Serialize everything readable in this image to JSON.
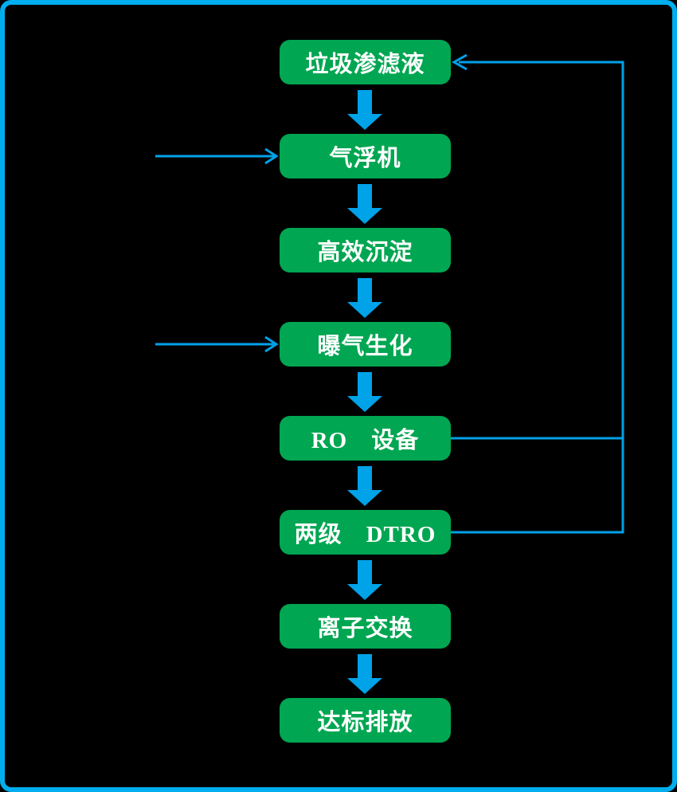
{
  "colors": {
    "background": "#000000",
    "frame_blue": "#00AEEF",
    "connector_blue": "#00A2E8",
    "node_green": "#00A651",
    "node_text": "#FFFFFF"
  },
  "flowchart": {
    "nodes": [
      {
        "id": "landfill-leachate",
        "label": "垃圾渗滤液"
      },
      {
        "id": "air-flotation-machine",
        "label": "气浮机"
      },
      {
        "id": "high-efficiency-sedimentation",
        "label": "高效沉淀"
      },
      {
        "id": "aeration-biochemical",
        "label": "曝气生化"
      },
      {
        "id": "ro-equipment",
        "label": "RO　设备"
      },
      {
        "id": "two-stage-dtro",
        "label": "两级　DTRO"
      },
      {
        "id": "ion-exchange",
        "label": "离子交换"
      },
      {
        "id": "compliant-discharge",
        "label": "达标排放"
      }
    ],
    "connections": [
      {
        "type": "block-arrow-down",
        "from": "垃圾渗滤液",
        "to": "气浮机"
      },
      {
        "type": "block-arrow-down",
        "from": "气浮机",
        "to": "高效沉淀"
      },
      {
        "type": "block-arrow-down",
        "from": "高效沉淀",
        "to": "曝气生化"
      },
      {
        "type": "block-arrow-down",
        "from": "曝气生化",
        "to": "RO　设备"
      },
      {
        "type": "block-arrow-down",
        "from": "RO　设备",
        "to": "两级　DTRO"
      },
      {
        "type": "block-arrow-down",
        "from": "两级　DTRO",
        "to": "离子交换"
      },
      {
        "type": "block-arrow-down",
        "from": "离子交换",
        "to": "达标排放"
      },
      {
        "type": "inflow-arrow-left",
        "to": "气浮机"
      },
      {
        "type": "inflow-arrow-left",
        "to": "曝气生化"
      },
      {
        "type": "recycle-line",
        "from": "RO　设备",
        "to": "垃圾渗滤液"
      },
      {
        "type": "recycle-line",
        "from": "两级　DTRO",
        "to": "垃圾渗滤液"
      }
    ]
  }
}
